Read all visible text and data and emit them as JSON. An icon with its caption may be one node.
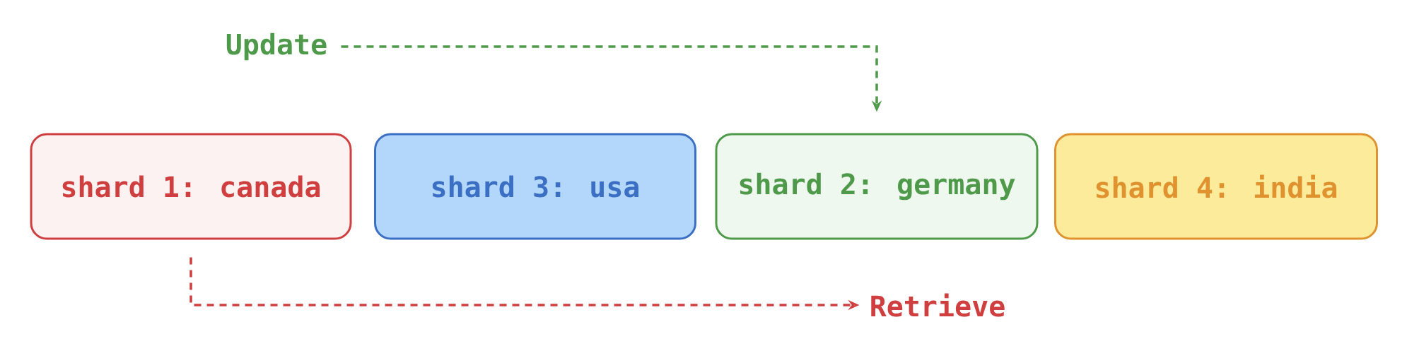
{
  "diagram": {
    "nodes": [
      {
        "text": [
          "Update"
        ]
      },
      {
        "text": [
          "shard 1: canada"
        ]
      },
      {
        "text": [
          "shard 3: usa"
        ]
      },
      {
        "text": [
          "shard 2: germany"
        ]
      },
      {
        "text": [
          "shard 4: india"
        ]
      },
      {
        "text": [
          "Retrieve"
        ]
      }
    ],
    "edges": [
      {
        "from": 0,
        "to": 3,
        "arrow": "to",
        "style": "dashed",
        "color": "#4f9a4a"
      },
      {
        "from": 1,
        "to": 5,
        "arrow": "to",
        "style": "dashed",
        "color": "#d03f3f"
      }
    ]
  }
}
